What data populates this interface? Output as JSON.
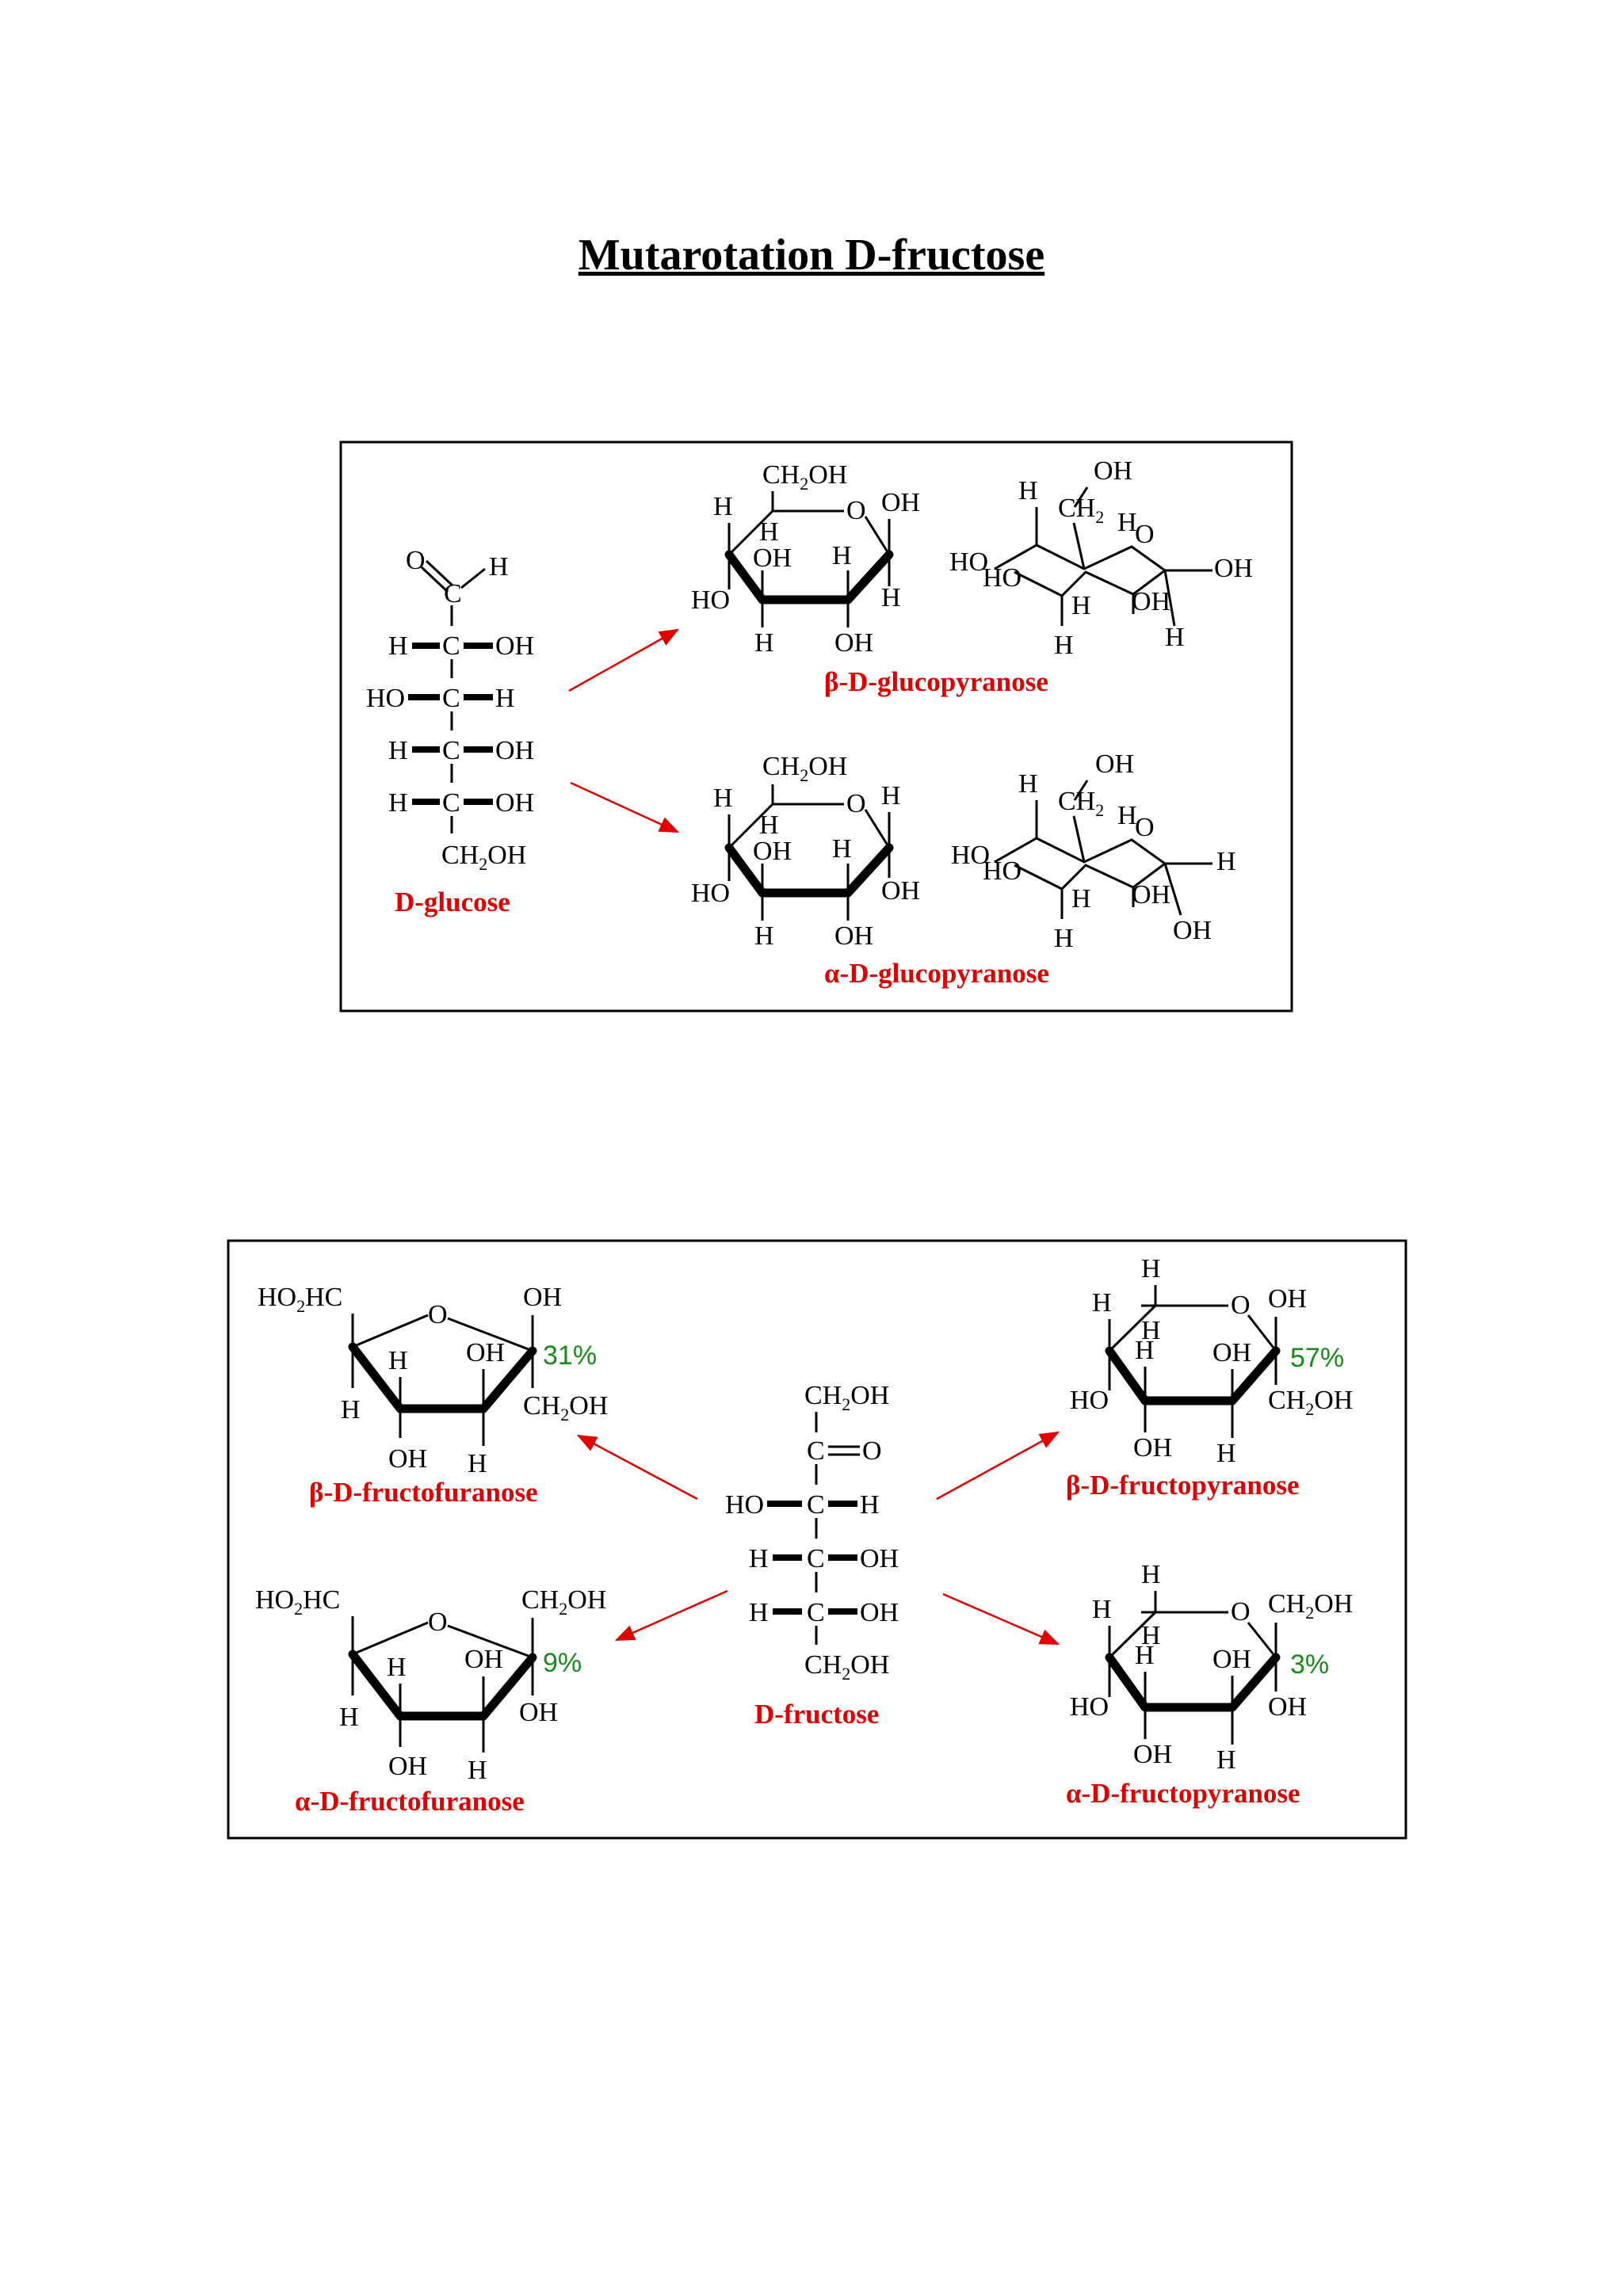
{
  "title": "Mutarotation D-fructose",
  "glucose": {
    "open_name": "D-glucose",
    "beta_name": "β-D-glucopyranose",
    "alpha_name": "α-D-glucopyranose"
  },
  "fructose": {
    "open_name": "D-fructose",
    "beta_furanose": {
      "name": "β-D-fructofuranose",
      "percent": "31%"
    },
    "alpha_furanose": {
      "name": "α-D-fructofuranose",
      "percent": "9%"
    },
    "beta_pyranose": {
      "name": "β-D-fructopyranose",
      "percent": "57%"
    },
    "alpha_pyranose": {
      "name": "α-D-fructopyranose",
      "percent": "3%"
    }
  },
  "colors": {
    "name_red": "#e00000",
    "percent_green": "#1a8a1a"
  }
}
